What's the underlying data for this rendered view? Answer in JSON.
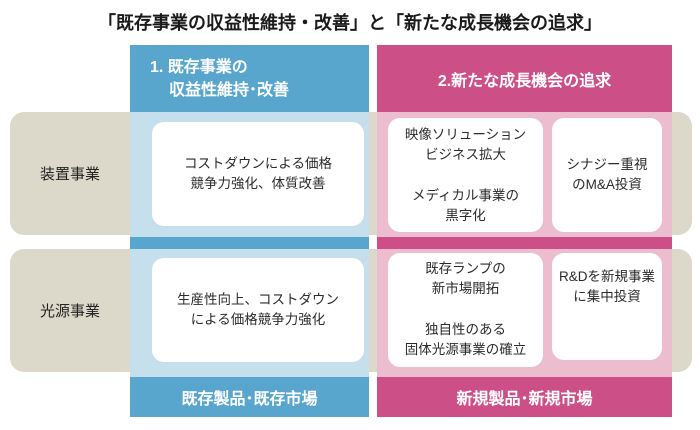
{
  "title": "「既存事業の収益性維持・改善」と「新たな成長機会の追求」",
  "colors": {
    "blue": "#58a5cd",
    "blue_light": "#c6dfec",
    "pink": "#cc4f88",
    "pink_light": "#ecbccf",
    "beige": "#dcd9cb",
    "card_bg": "#ffffff",
    "text_dark": "#2b2b2b",
    "text_light": "#ffffff"
  },
  "rows": {
    "equipment": {
      "label": "装置事業"
    },
    "light_source": {
      "label": "光源事業"
    }
  },
  "columns": {
    "existing": {
      "header_line1": "1. 既存事業の",
      "header_line2": "収益性維持･改善",
      "footer": "既存製品･既存市場"
    },
    "new_growth": {
      "header": "2.新たな成長機会の追求",
      "footer": "新規製品･新規市場"
    }
  },
  "cells": {
    "equipment_existing": "コストダウンによる価格\n競争力強化、体質改善",
    "equipment_new_main": "映像ソリューション\nビジネス拡大\n\nメディカル事業の\n黒字化",
    "equipment_new_side": "シナジー重視\nのM&A投資",
    "light_existing": "生産性向上、コストダウン\nによる価格競争力強化",
    "light_new_main": "既存ランプの\n新市場開拓\n\n独自性のある\n固体光源事業の確立",
    "light_new_side": "R&Dを新規事業\nに集中投資"
  }
}
